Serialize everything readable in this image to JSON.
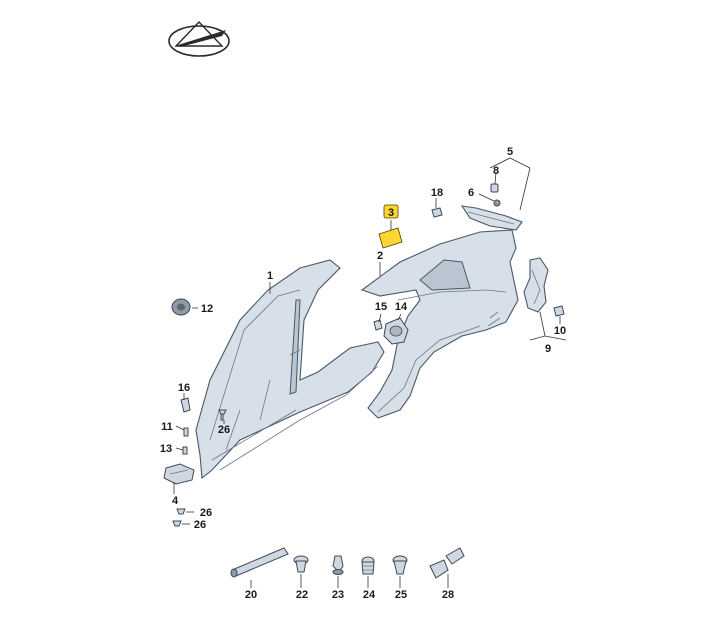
{
  "diagram": {
    "highlight_color": "#ffd531",
    "panel_color": "#d7dfe8",
    "labels": {
      "l1": "1",
      "l2": "2",
      "l3": "3",
      "l4": "4",
      "l5": "5",
      "l6": "6",
      "l8": "8",
      "l9": "9",
      "l10": "10",
      "l11": "11",
      "l12": "12",
      "l13": "13",
      "l14": "14",
      "l15": "15",
      "l16": "16",
      "l18": "18",
      "l20": "20",
      "l22": "22",
      "l23": "23",
      "l24": "24",
      "l25": "25",
      "l26a": "26",
      "l26b": "26",
      "l26c": "26",
      "l28": "28"
    },
    "highlighted_part": "3",
    "logo_icon": "orientation-logo-icon"
  }
}
